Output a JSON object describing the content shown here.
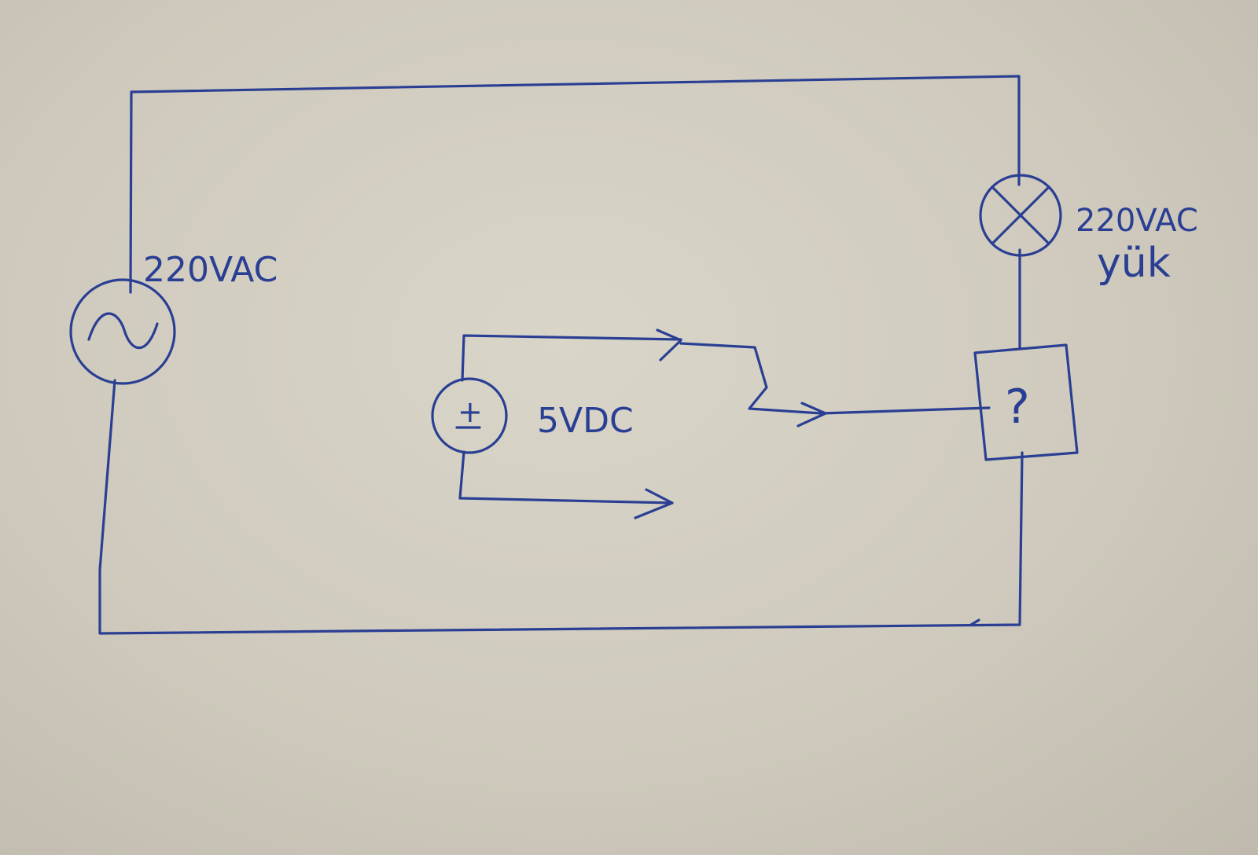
{
  "labels": {
    "ac_source": "220VAC",
    "load_voltage": "220VAC",
    "load_word": "yük",
    "dc_source": "5VDC",
    "unknown_part": "?",
    "dc_polarity": "+"
  },
  "colors": {
    "ink": "#2a3f93",
    "paper": "#d3cfc3"
  }
}
